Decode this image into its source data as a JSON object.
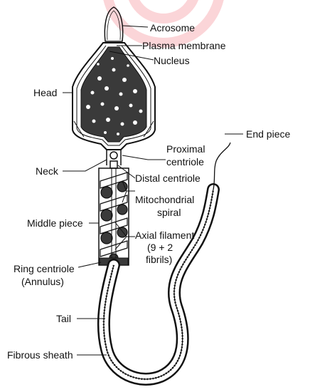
{
  "title": "",
  "colors": {
    "ink": "#111111",
    "watermark": "#f7b3b8",
    "background": "#ffffff"
  },
  "labels": {
    "acrosome": "Acrosome",
    "plasma_membrane": "Plasma membrane",
    "nucleus": "Nucleus",
    "head": "Head",
    "proximal_centriole_1": "Proximal",
    "proximal_centriole_2": "centriole",
    "neck": "Neck",
    "distal_centriole": "Distal centriole",
    "end_piece": "End piece",
    "mitochondrial_spiral_1": "Mitochondrial",
    "mitochondrial_spiral_2": "spiral",
    "middle_piece": "Middle piece",
    "axial_filament_1": "Axial filament",
    "axial_filament_2": "(9 + 2",
    "axial_filament_3": "fibrils)",
    "ring_centriole_1": "Ring centriole",
    "ring_centriole_2": "(Annulus)",
    "tail": "Tail",
    "fibrous_sheath": "Fibrous sheath"
  }
}
